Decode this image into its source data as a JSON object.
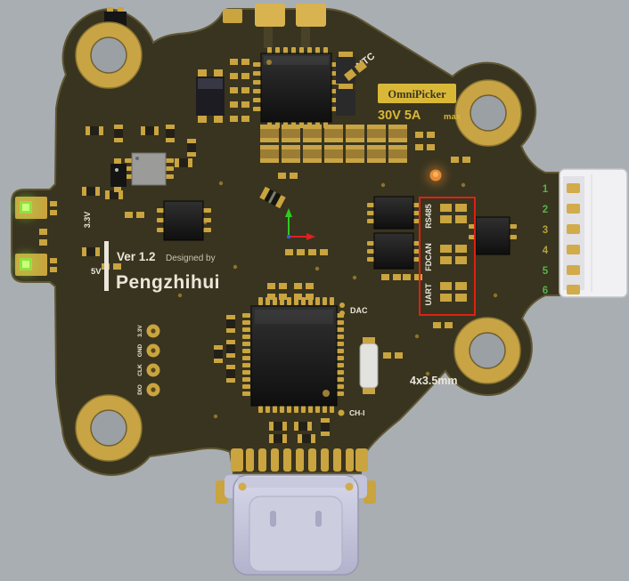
{
  "scene": {
    "background": "#a9aeb3",
    "board_color": "#39341f",
    "board_edge_color": "#5f5733",
    "pad_gold": "#c9a43f",
    "silkscreen": "#eae6da",
    "brand_yellow": "#d9b838",
    "annotation_red": "#e12012",
    "led_green": "#8fe23e",
    "led_orange": "#e98a30"
  },
  "labels": {
    "ntc": "NTC",
    "brand": "OmniPicker",
    "rating": "30V 5A",
    "rating_max": "max",
    "rail_3v3": "3.3V",
    "rail_5v": "5V",
    "version": "Ver 1.2",
    "designed_by": "Designed by",
    "author": "Pengzhihui",
    "dac": "DAC",
    "ch_i": "CH-I",
    "mount_spec": "4x3.5mm"
  },
  "bus_ports": [
    {
      "label": "RS485"
    },
    {
      "label": "FDCAN"
    },
    {
      "label": "UART"
    }
  ],
  "connector_pins": [
    {
      "num": "1",
      "color": "#55b448"
    },
    {
      "num": "2",
      "color": "#55b448"
    },
    {
      "num": "3",
      "color": "#b0a43e"
    },
    {
      "num": "4",
      "color": "#b0a43e"
    },
    {
      "num": "5",
      "color": "#55b448"
    },
    {
      "num": "6",
      "color": "#55b448"
    }
  ],
  "prog_pads": [
    {
      "label": "3.3V"
    },
    {
      "label": "GND"
    },
    {
      "label": "CLK"
    },
    {
      "label": "DIO"
    }
  ]
}
